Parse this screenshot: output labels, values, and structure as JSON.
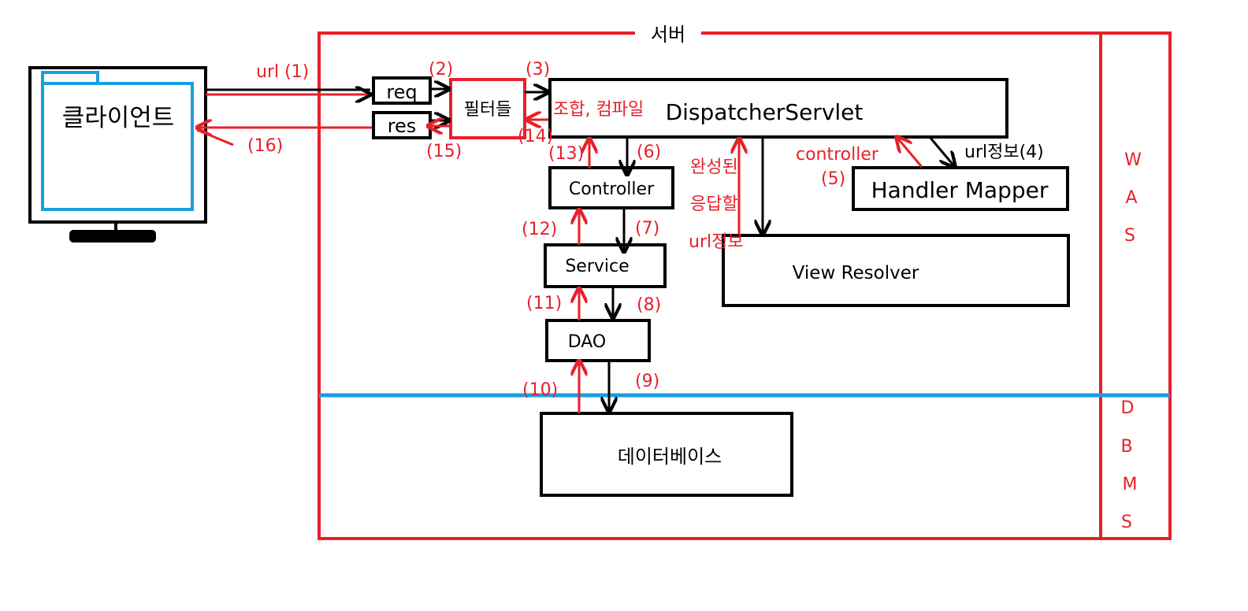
{
  "colors": {
    "red": "#e8202a",
    "blue": "#1a9ee0",
    "black": "#000000"
  },
  "server": {
    "title": "서버"
  },
  "client": {
    "label": "클라이언트",
    "icon": "monitor-icon"
  },
  "boxes": {
    "req": "req",
    "res": "res",
    "filters": "필터들",
    "dispatcher": "DispatcherServlet",
    "controller": "Controller",
    "service": "Service",
    "dao": "DAO",
    "handler_mapper": "Handler Mapper",
    "view_resolver": "View Resolver",
    "database": "데이터베이스"
  },
  "side_labels": {
    "was": [
      "W",
      "A",
      "S"
    ],
    "dbms": [
      "D",
      "B",
      "M",
      "S"
    ]
  },
  "annotations": {
    "url_1": "url (1)",
    "step_2": "(2)",
    "step_3": "(3)",
    "combine_compile": "조합, 컴파일",
    "step_4": "url정보(4)",
    "step_5_label": "controller",
    "step_5": "(5)",
    "step_6": "(6)",
    "step_7": "(7)",
    "step_8": "(8)",
    "step_9": "(9)",
    "step_10": "(10)",
    "step_11": "(11)",
    "step_12": "(12)",
    "step_13": "(13)",
    "step_14": "(14)",
    "step_15": "(15)",
    "step_16": "(16)",
    "completed_response_1": "완성된",
    "completed_response_2": "응답할",
    "completed_response_3": "url정보"
  }
}
